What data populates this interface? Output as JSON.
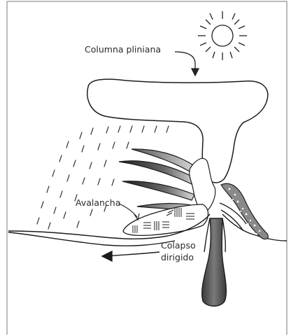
{
  "labels": {
    "plinian_column": "Columna pliniana",
    "avalanche": "Avalancha",
    "directed_collapse_line1": "Colapso",
    "directed_collapse_line2": "dirigido"
  },
  "colors": {
    "ink": "#1c1c1c",
    "dark_fill": "#4a4a4a",
    "mid_fill": "#8a8a8a",
    "light_fill": "#d0d0d0"
  },
  "icons": [
    "sun-icon",
    "arrow-down-icon",
    "arrow-left-icon"
  ]
}
